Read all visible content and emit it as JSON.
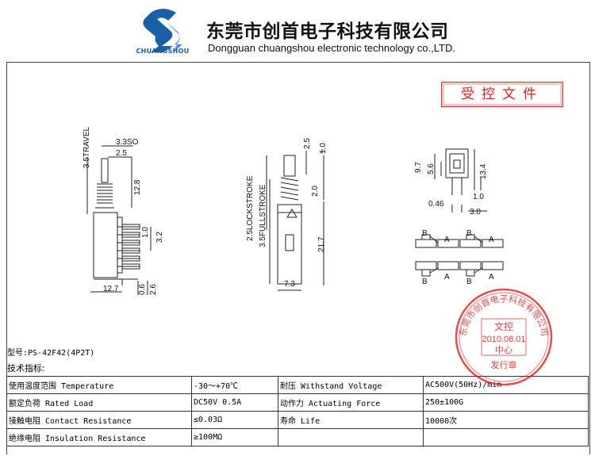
{
  "header": {
    "logo_text": "CHUANGSHOU",
    "company_cn": "东莞市创首电子科技有限公司",
    "company_en": "Dongguan chuangshou electronic technology co.,LTD."
  },
  "controlled_stamp": "受控文件",
  "drawing_labels": {
    "travel": "3.5TRAVEL",
    "d_3_3so": "3.3SO",
    "d_2_5a": "2.5",
    "d_12_8": "12.8",
    "d_1_0a": "1.0",
    "d_3_2": "3.2",
    "d_12_7": "12.7",
    "d_0_6": "0.6",
    "d_2_6": "2.6",
    "d_2_5b": "2.5",
    "d_1_0b": "1.0",
    "d_2_0": "2.0",
    "d_21_7": "21.7",
    "d_7_3": "7.3",
    "lockstroke": "2.5LOCKSTROKE",
    "fullstroke": "3.5FULLSTROKE",
    "d_9_7": "9.7",
    "d_5_6": "5.6",
    "d_13_4": "13.4",
    "d_1_0c": "1.0",
    "d_0_46": "0.46",
    "d_3_0": "3.0",
    "pin_a": "A",
    "pin_b": "B"
  },
  "model": "型号:PS-42F42(4P2T)",
  "tech_label": "技术指标:",
  "specs": [
    [
      "使用温度范围 Temperature",
      "-30～+70℃",
      "耐压 Withstand Voltage",
      "AC500V(50Hz)/min"
    ],
    [
      "额定负荷 Rated Load",
      "DC50V 0.5A",
      "动作力 Actuating Force",
      "250±100G"
    ],
    [
      "接触电阻 Contact Resistance",
      "≤0.03Ω",
      "寿命 Life",
      "10000次"
    ],
    [
      "绝缘电阻 Insulation Resistance",
      "≥100MΩ",
      "",
      ""
    ]
  ],
  "round_stamp": {
    "ring": "东莞市创首电子科技有限公司",
    "top": "文控",
    "date": "2010.08.01",
    "bottom": "中心",
    "foot": "发行章"
  },
  "colors": {
    "logo_blue": "#1a5fa8",
    "stamp_red": "#d22"
  }
}
